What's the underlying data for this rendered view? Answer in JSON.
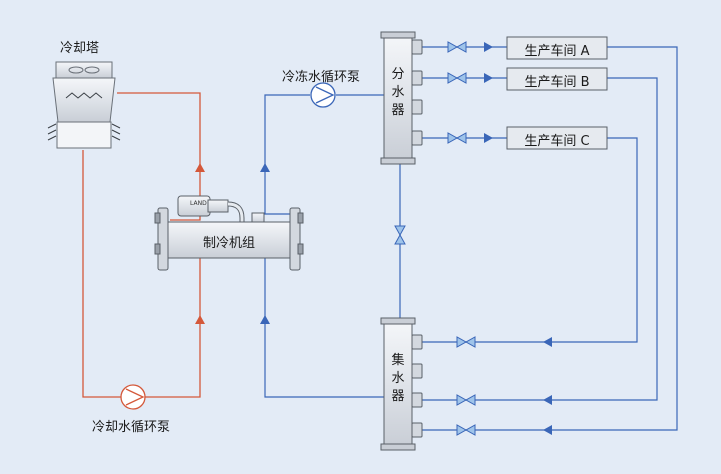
{
  "labels": {
    "cooling_tower": "冷却塔",
    "chilled_pump": "冷冻水循环泵",
    "cooling_pump": "冷却水循环泵",
    "chiller": "制冷机组",
    "chiller_brand": "LAND",
    "distributor": "分水器",
    "collector": "集水器"
  },
  "workshops": [
    {
      "label": "生产车间 A"
    },
    {
      "label": "生产车间 B"
    },
    {
      "label": "生产车间 C"
    }
  ],
  "colors": {
    "background": "#e3ebf6",
    "chilled_water_line": "#3a66b8",
    "cooling_water_line": "#d4583a",
    "equipment_fill": "#e6eaef",
    "equipment_stroke": "#5a6068"
  }
}
